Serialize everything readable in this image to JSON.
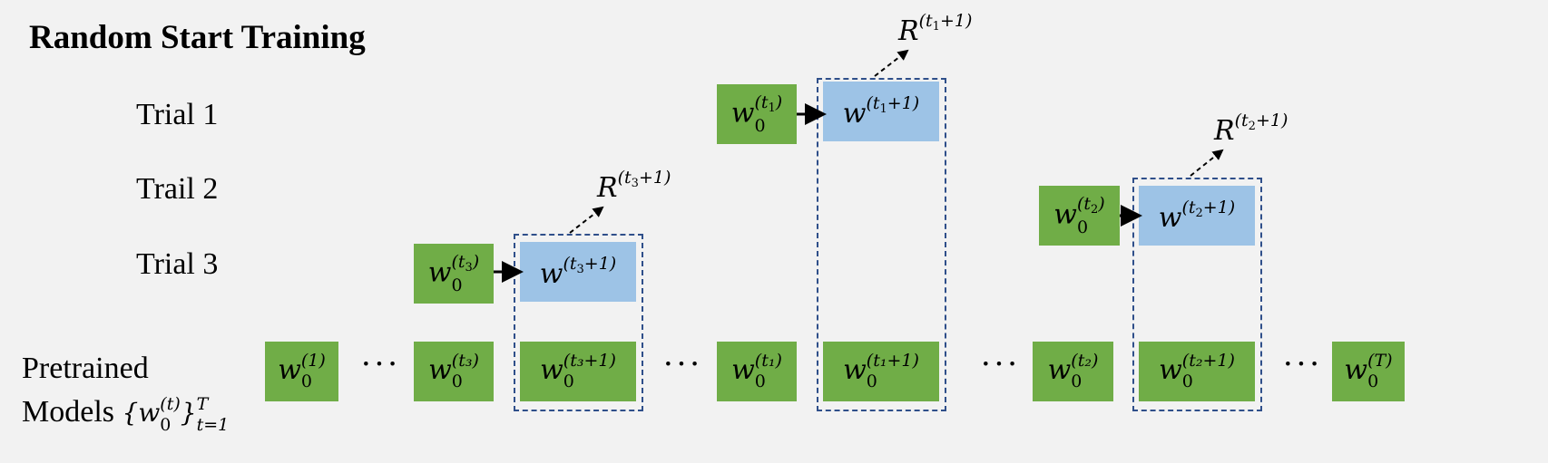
{
  "title": "Random Start Training",
  "rows": [
    {
      "label": "Trial 1"
    },
    {
      "label": "Trail 2"
    },
    {
      "label": "Trial 3"
    }
  ],
  "pretrained": {
    "line1": "Pretrained",
    "line2_prefix": "Models ",
    "line2_math": "{w",
    "line2_sub": "0",
    "line2_sup": "(t)",
    "line2_close": "}",
    "line2_sup2": "T",
    "line2_sub2": "t=1"
  },
  "trial_boxes": [
    {
      "start_sup": "(t",
      "start_subsup": "1",
      "start_close": ")",
      "start_sub": "0",
      "next_sup": "(t",
      "next_subsup": "1",
      "next_close": "+1)",
      "reward_sup_open": "(t",
      "reward_subsup": "1",
      "reward_close": "+1)"
    },
    {
      "start_sup": "(t",
      "start_subsup": "2",
      "start_close": ")",
      "start_sub": "0",
      "next_sup": "(t",
      "next_subsup": "2",
      "next_close": "+1)",
      "reward_sup_open": "(t",
      "reward_subsup": "2",
      "reward_close": "+1)"
    },
    {
      "start_sup": "(t",
      "start_subsup": "3",
      "start_close": ")",
      "start_sub": "0",
      "next_sup": "(t",
      "next_subsup": "3",
      "next_close": "+1)",
      "reward_sup_open": "(t",
      "reward_subsup": "3",
      "reward_close": "+1)"
    }
  ],
  "symbols": {
    "w": "w",
    "R": "R",
    "dots": "···"
  },
  "bottom_boxes": [
    {
      "sup": "(1)",
      "sub": "0"
    },
    {
      "sup": "(t₃)",
      "sub": "0"
    },
    {
      "sup": "(t₃+1)",
      "sub": "0"
    },
    {
      "sup": "(t₁)",
      "sub": "0"
    },
    {
      "sup": "(t₁+1)",
      "sub": "0"
    },
    {
      "sup": "(t₂)",
      "sub": "0"
    },
    {
      "sup": "(t₂+1)",
      "sub": "0"
    },
    {
      "sup": "(T)",
      "sub": "0"
    }
  ],
  "colors": {
    "green": "#70ad47",
    "blue": "#9dc3e6",
    "dashed": "#2f4f8a",
    "background": "#f2f2f2"
  }
}
